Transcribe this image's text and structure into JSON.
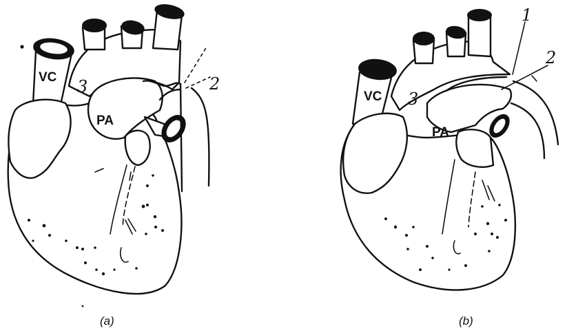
{
  "panels": [
    {
      "caption": "(a)",
      "labels": {
        "vena_cava": "VC",
        "pulmonary_artery": "PA",
        "marker_2": "2",
        "marker_3": "3"
      }
    },
    {
      "caption": "(b)",
      "labels": {
        "vena_cava": "VC",
        "pulmonary_artery": "PA",
        "marker_1": "1",
        "marker_2": "2",
        "marker_3": "3"
      }
    }
  ]
}
